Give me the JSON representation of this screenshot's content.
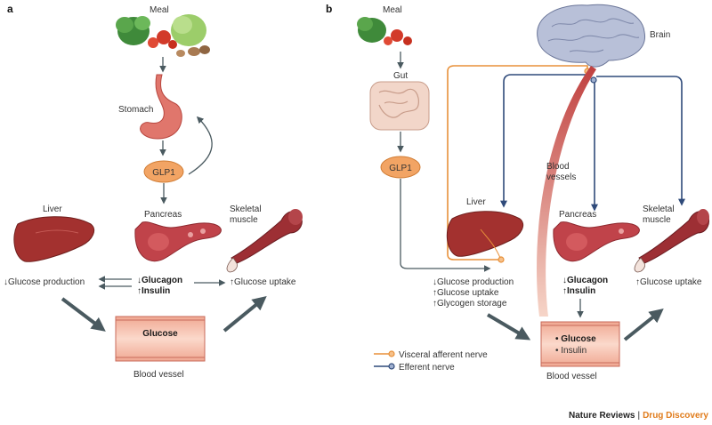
{
  "panel_a": {
    "letter": "a",
    "meal": "Meal",
    "stomach": "Stomach",
    "glp1": "GLP1",
    "pancreas": "Pancreas",
    "liver": "Liver",
    "skeletal_muscle_line1": "Skeletal",
    "skeletal_muscle_line2": "muscle",
    "glucose_production": "↓Glucose production",
    "glucagon": "↓Glucagon",
    "insulin": "↑Insulin",
    "glucose_uptake": "↑Glucose uptake",
    "glucose": "Glucose",
    "blood_vessel": "Blood vessel"
  },
  "panel_b": {
    "letter": "b",
    "meal": "Meal",
    "gut": "Gut",
    "brain": "Brain",
    "glp1": "GLP1",
    "liver": "Liver",
    "blood_vessels_line1": "Blood",
    "blood_vessels_line2": "vessels",
    "pancreas": "Pancreas",
    "skeletal_muscle_line1": "Skeletal",
    "skeletal_muscle_line2": "muscle",
    "liver_effects": [
      "↓Glucose production",
      "↑Glucose uptake",
      "↑Glycogen storage"
    ],
    "glucagon": "↓Glucagon",
    "insulin": "↑Insulin",
    "glucose_uptake": "↑Glucose uptake",
    "vessel_glucose": "• Glucose",
    "vessel_insulin": "• Insulin",
    "blood_vessel": "Blood vessel"
  },
  "legend": {
    "visceral": "Visceral afferent nerve",
    "efferent": "Efferent nerve"
  },
  "footer": {
    "journal": "Nature Reviews",
    "separator": "|",
    "section": "Drug Discovery"
  },
  "colors": {
    "afferent": "#e8913a",
    "efferent": "#2f4a7a",
    "glp1_fill": "#f2a464",
    "arrow": "#4a5a60",
    "organ": "#b8333b",
    "vessel": "#f6c2ad",
    "footer_accent": "#e07b1a"
  }
}
